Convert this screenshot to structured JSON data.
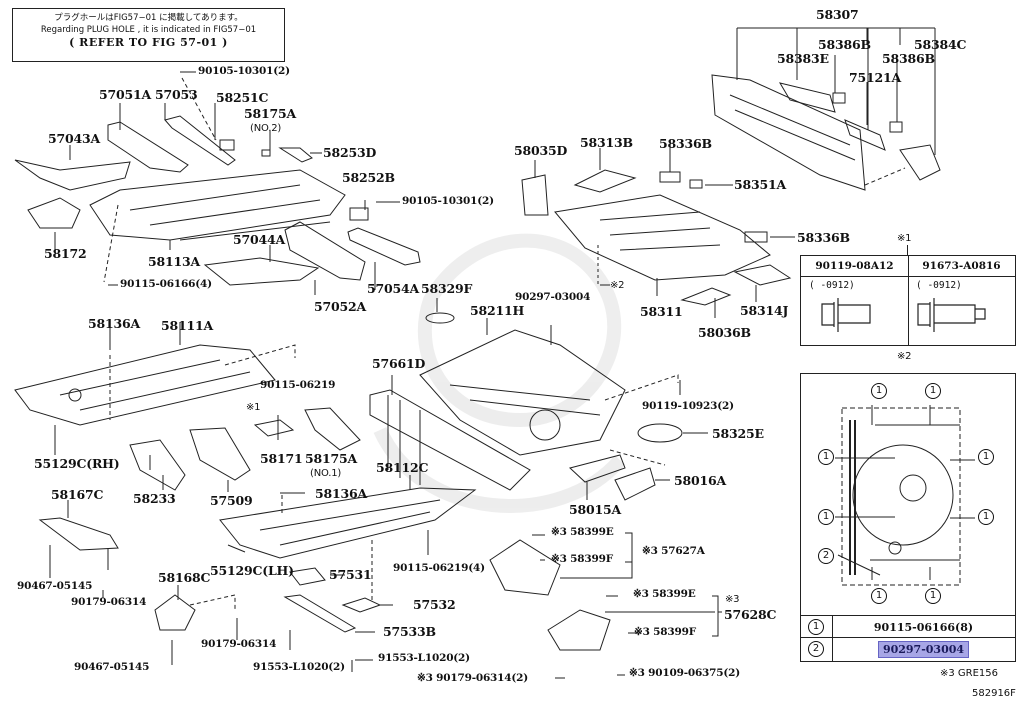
{
  "note": {
    "line_jp": "プラグホールはFIG57−01 に掲載してあります。",
    "line_en": "Regarding PLUG HOLE , it is indicated in FIG57−01",
    "line_ref": "( REFER TO FIG 57-01 )"
  },
  "labels": {
    "p90105_10301_top": "90105-10301(2)",
    "p57051A": "57051A",
    "p57053": "57053",
    "p58251C": "58251C",
    "p58175A_no2": "58175A",
    "p58175A_no2_sub": "(NO.2)",
    "p57043A": "57043A",
    "p58253D": "58253D",
    "p58252B": "58252B",
    "p90105_10301_mid": "90105-10301(2)",
    "p58172": "58172",
    "p58113A": "58113A",
    "p57044A": "57044A",
    "p90115_06166": "90115-06166(4)",
    "p57052A": "57052A",
    "p57054A": "57054A",
    "p58329F": "58329F",
    "p58307": "58307",
    "p58386B_a": "58386B",
    "p58383E": "58383E",
    "p75121A": "75121A",
    "p58384C": "58384C",
    "p58386B_b": "58386B",
    "p58035D": "58035D",
    "p58313B": "58313B",
    "p58336B_top": "58336B",
    "p58351A": "58351A",
    "p58336B_right": "58336B",
    "p90297_03004": "90297-03004",
    "p_ref2": "※2",
    "p58311": "58311",
    "p58036B": "58036B",
    "p58314J": "58314J",
    "p58136A_top": "58136A",
    "p58111A": "58111A",
    "p90115_06219": "90115-06219",
    "p_ref1": "※1",
    "p55129C_RH": "55129C(RH)",
    "p58171": "58171",
    "p58175A_no1": "58175A",
    "p58175A_no1_sub": "(NO.1)",
    "p58233": "58233",
    "p57509": "57509",
    "p57661D": "57661D",
    "p58211H": "58211H",
    "p90119_10923": "90119-10923(2)",
    "p58325E": "58325E",
    "p58015A": "58015A",
    "p58016A": "58016A",
    "p58112C": "58112C",
    "p58136A_bottom": "58136A",
    "p58167C": "58167C",
    "p90467_05145_a": "90467-05145",
    "p90179_06314_a": "90179-06314",
    "p55129C_LH": "55129C(LH)",
    "p57531": "57531",
    "p90115_06219_4": "90115-06219(4)",
    "p58168C": "58168C",
    "p90179_06314_b": "90179-06314",
    "p57532": "57532",
    "p57533B": "57533B",
    "p90467_05145_b": "90467-05145",
    "p91553_L1020_a": "91553-L1020(2)",
    "p91553_L1020_b": "91553-L1020(2)",
    "p90179_06314_c": "※3 90179-06314(2)",
    "p58399E_a": "※3 58399E",
    "p58399F_a": "※3 58399F",
    "p57627A": "※3 57627A",
    "p58399E_b": "※3 58399E",
    "p58399F_b": "※3 58399F",
    "p57628C_ref": "※3",
    "p57628C": "57628C",
    "p90109_06375": "※3 90109-06375(2)"
  },
  "bolt_table": {
    "ref_top": "※1",
    "ref_bottom": "※2",
    "columns": [
      {
        "part": "90119-08A12",
        "range": "(      -0912)"
      },
      {
        "part": "91673-A0816",
        "range": "(      -0912)"
      }
    ]
  },
  "detail_box": {
    "callouts": [
      "1",
      "1",
      "1",
      "1",
      "1",
      "1",
      "2",
      "1",
      "1"
    ],
    "legend": [
      {
        "num": "1",
        "part": "90115-06166(8)",
        "highlighted": false
      },
      {
        "num": "2",
        "part": "90297-03004",
        "highlighted": true
      }
    ]
  },
  "footer": {
    "model_note": "※3 GRE156",
    "figure_id": "582916F"
  },
  "colors": {
    "highlight": "#a7a6e6"
  }
}
